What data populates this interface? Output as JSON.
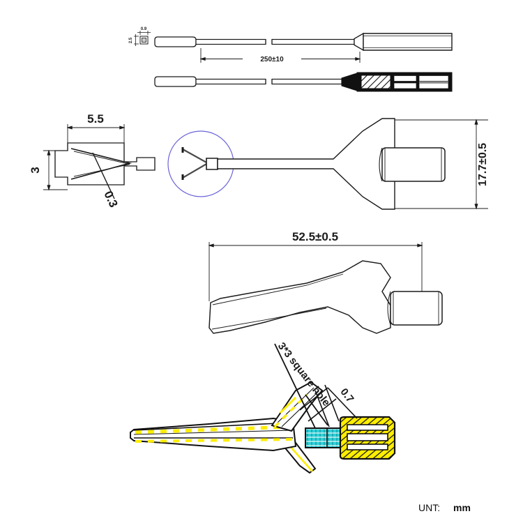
{
  "document": {
    "type": "mechanical-drawing",
    "background_color": "#ffffff",
    "line_color": "#1a1a1a"
  },
  "units": {
    "label": "UNT:",
    "value": "mm"
  },
  "views": {
    "cable_top": {
      "name": "cable-assembly-top-view",
      "length_dimension": "250±10"
    },
    "cable_bottom": {
      "name": "cable-assembly-section-view"
    },
    "tip_section": {
      "name": "probe-tip-small-section",
      "width_dimension": "0.9",
      "height_dimension": "2.5"
    },
    "fork_front": {
      "name": "fork-front-view",
      "width_dimension": "5.5",
      "gap_dimension": "3",
      "thickness_dimension": "0.3",
      "overall_width_dimension": "17.7±0.5"
    },
    "fork_side": {
      "name": "fork-side-view",
      "length_dimension": "52.5±0.5"
    },
    "detail_assembly": {
      "name": "internal-assembly-detail",
      "square_hole_label": "3*3 square hole",
      "wire_dimension": "0.7"
    }
  },
  "colors": {
    "outline": "#1a1a1a",
    "detail_circle": "#6a63d8",
    "highlight_yellow": "#ffee00",
    "crimp_cyan": "#2fd1d8",
    "white": "#ffffff",
    "black": "#000000"
  }
}
